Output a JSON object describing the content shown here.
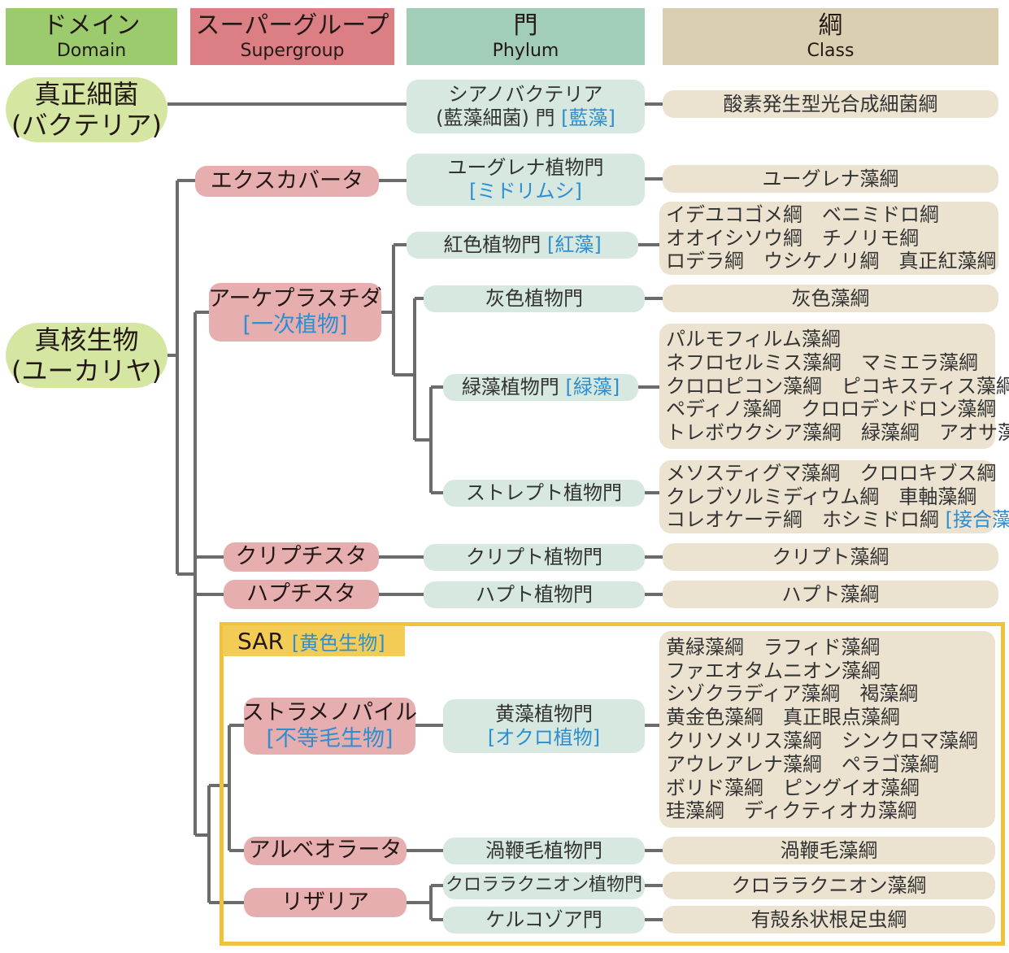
{
  "headers": {
    "domain": {
      "ja": "ドメイン",
      "en": "Domain"
    },
    "supergroup": {
      "ja": "スーパーグループ",
      "en": "Supergroup"
    },
    "phylum": {
      "ja": "門",
      "en": "Phylum"
    },
    "class": {
      "ja": "綱",
      "en": "Class"
    }
  },
  "domains": {
    "bacteria": {
      "line1": "真正細菌",
      "line2": "(バクテリア)"
    },
    "eukarya": {
      "line1": "真核生物",
      "line2": "(ユーカリヤ)"
    }
  },
  "sar": {
    "label": "SAR",
    "bracket": "[黄色生物]"
  },
  "supergroups": {
    "excavata": {
      "line1": "エクスカバータ"
    },
    "archaeplastida": {
      "line1": "アーケプラスチダ",
      "line2": "[一次植物]"
    },
    "cryptista": {
      "line1": "クリプチスタ"
    },
    "haptista": {
      "line1": "ハプチスタ"
    },
    "stramenopiles": {
      "line1": "ストラメノパイル",
      "line2": "[不等毛生物]"
    },
    "alveolata": {
      "line1": "アルベオラータ"
    },
    "rhizaria": {
      "line1": "リザリア"
    }
  },
  "phyla": {
    "cyanobacteria": {
      "line1": "シアノバクテリア",
      "line2a": "(藍藻細菌) 門",
      "line2b": "[藍藻]"
    },
    "euglenophyta": {
      "line1": "ユーグレナ植物門",
      "line2": "[ミドリムシ]"
    },
    "rhodophyta": {
      "text": "紅色植物門",
      "bracket": "[紅藻]"
    },
    "glaucophyta": {
      "text": "灰色植物門"
    },
    "chlorophyta": {
      "text": "緑藻植物門",
      "bracket": "[緑藻]"
    },
    "streptophyta": {
      "text": "ストレプト植物門"
    },
    "cryptophyta": {
      "text": "クリプト植物門"
    },
    "haptophyta": {
      "text": "ハプト植物門"
    },
    "ochrophyta": {
      "line1": "黄藻植物門",
      "line2": "[オクロ植物]"
    },
    "dinophyta": {
      "text": "渦鞭毛植物門"
    },
    "chlorarachniophyta": {
      "text": "クロララクニオン植物門"
    },
    "cercozoa": {
      "text": "ケルコゾア門"
    }
  },
  "classes": {
    "cyanobacteria": [
      "酸素発生型光合成細菌綱"
    ],
    "euglenophyta": [
      "ユーグレナ藻綱"
    ],
    "rhodophyta": [
      "イデユコゴメ綱　ベニミドロ綱",
      "オオイシソウ綱　チノリモ綱",
      "ロデラ綱　ウシケノリ綱　真正紅藻綱"
    ],
    "glaucophyta": [
      "灰色藻綱"
    ],
    "chlorophyta": [
      "パルモフィルム藻綱",
      "ネフロセルミス藻綱　マミエラ藻綱",
      "クロロピコン藻綱　ピコキスティス藻綱",
      "ペディノ藻綱　クロロデンドロン藻綱",
      "トレボウクシア藻綱　緑藻綱　アオサ藻綱"
    ],
    "streptophyta": [
      "メソスティグマ藻綱　クロロキブス綱",
      "クレブソルミディウム綱　車軸藻綱"
    ],
    "streptophyta_last": {
      "text": "コレオケーテ綱　ホシミドロ綱",
      "bracket": "[接合藻]"
    },
    "cryptophyta": [
      "クリプト藻綱"
    ],
    "haptophyta": [
      "ハプト藻綱"
    ],
    "ochrophyta": [
      "黄緑藻綱　ラフィド藻綱",
      "ファエオタムニオン藻綱",
      "シゾクラディア藻綱　褐藻綱",
      "黄金色藻綱　真正眼点藻綱",
      "クリソメリス藻綱　シンクロマ藻綱",
      "アウレアレナ藻綱　ペラゴ藻綱",
      "ボリド藻綱　ピングイオ藻綱",
      "珪藻綱　ディクティオカ藻綱"
    ],
    "dinophyta": [
      "渦鞭毛藻綱"
    ],
    "chlorarachniophyta": [
      "クロララクニオン藻綱"
    ],
    "cercozoa": [
      "有殻糸状根足虫綱"
    ]
  },
  "colors": {
    "domain_header": "#9ccb6e",
    "supergroup_header": "#db7f85",
    "phylum_header": "#a1cdb9",
    "class_header": "#dacfb0",
    "domain_box": "#d5e6a3",
    "supergroup_box": "#e7aeb0",
    "phylum_box": "#d6e8df",
    "class_box": "#ebe3d0",
    "bracket_text": "#2f8ecf",
    "sar_border": "#f0c13c",
    "line": "#6b6b6b"
  }
}
